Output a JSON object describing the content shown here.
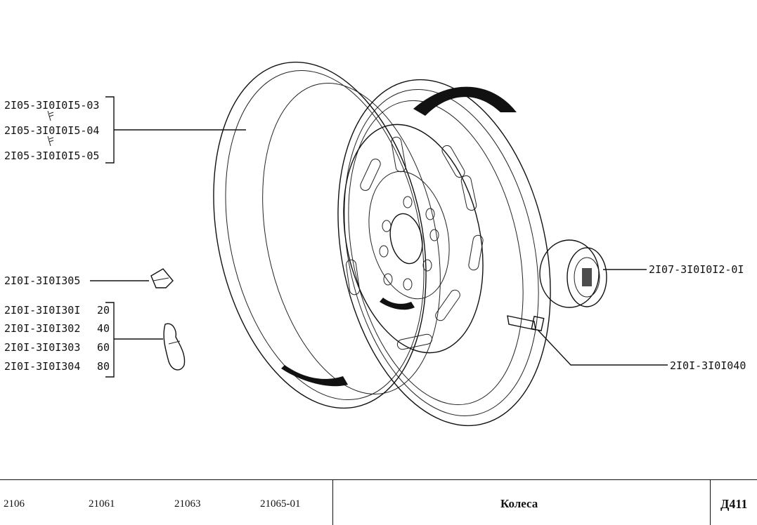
{
  "labels": {
    "rim_1": "2I05-3I0I0I5-03",
    "rim_2": "2I05-3I0I0I5-04",
    "rim_3": "2I05-3I0I0I5-05",
    "weight": "2I0I-3I0I305",
    "weights": [
      {
        "code": "2I0I-3I0I30I",
        "grams": "20"
      },
      {
        "code": "2I0I-3I0I302",
        "grams": "40"
      },
      {
        "code": "2I0I-3I0I303",
        "grams": "60"
      },
      {
        "code": "2I0I-3I0I304",
        "grams": "80"
      }
    ],
    "hub_cap": "2I07-3I0I0I2-0I",
    "bolt": "2I0I-3I0I040"
  },
  "footer": {
    "models": [
      "2106",
      "21061",
      "21063",
      "21065-01"
    ],
    "title": "Колеса",
    "code": "Д411"
  }
}
